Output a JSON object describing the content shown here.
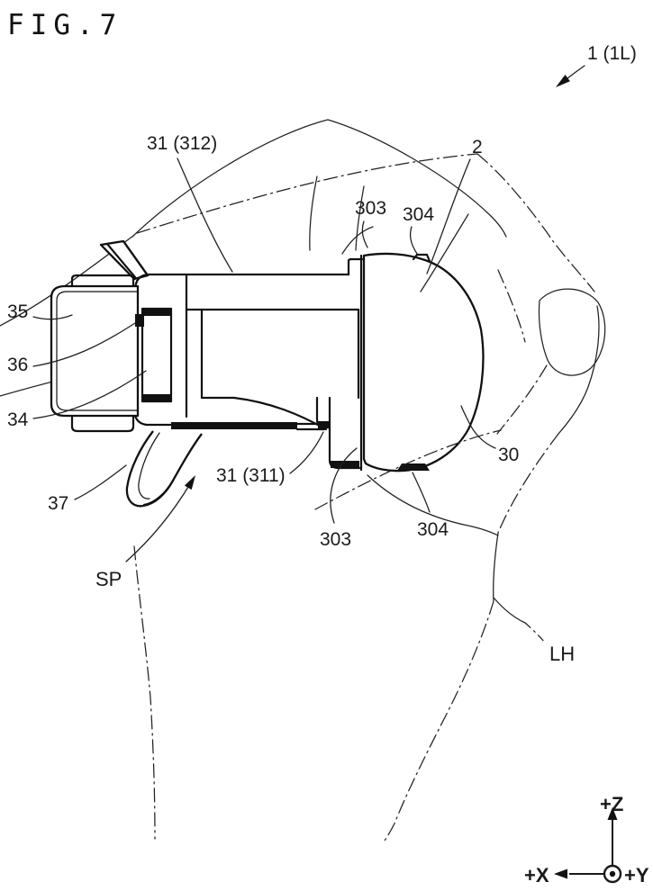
{
  "figure": {
    "title": "FIG.7",
    "labels": {
      "ref_1": "1 (1L)",
      "ref_31_312": "31 (312)",
      "ref_2": "2",
      "ref_303_top": "303",
      "ref_304_top": "304",
      "ref_35": "35",
      "ref_36": "36",
      "ref_34": "34",
      "ref_37": "37",
      "ref_31_311": "31 (311)",
      "ref_30": "30",
      "ref_303_bottom": "303",
      "ref_304_bottom": "304",
      "ref_sp": "SP",
      "ref_lh": "LH"
    },
    "axes": {
      "up": "+Z",
      "left": "+X",
      "front": "+Y"
    },
    "colors": {
      "ink": "#1a1a1a",
      "paper": "#ffffff"
    }
  }
}
